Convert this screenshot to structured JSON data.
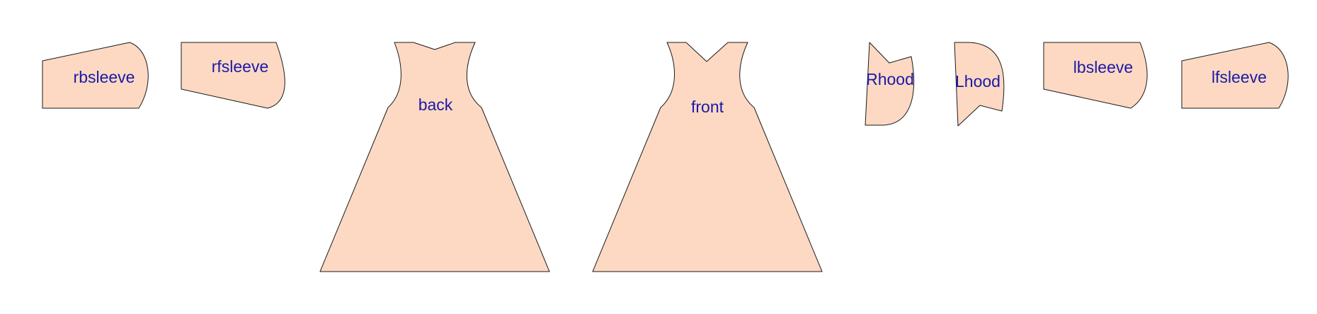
{
  "colors": {
    "piece_fill": "#fdd9c3",
    "label_color": "#1a1aa6"
  },
  "pieces": [
    {
      "id": "rbsleeve",
      "label": "rbsleeve"
    },
    {
      "id": "rfsleeve",
      "label": "rfsleeve"
    },
    {
      "id": "back",
      "label": "back"
    },
    {
      "id": "front",
      "label": "front"
    },
    {
      "id": "rhood",
      "label": "Rhood"
    },
    {
      "id": "lhood",
      "label": "Lhood"
    },
    {
      "id": "lbsleeve",
      "label": "lbsleeve"
    },
    {
      "id": "lfsleeve",
      "label": "lfsleeve"
    }
  ]
}
